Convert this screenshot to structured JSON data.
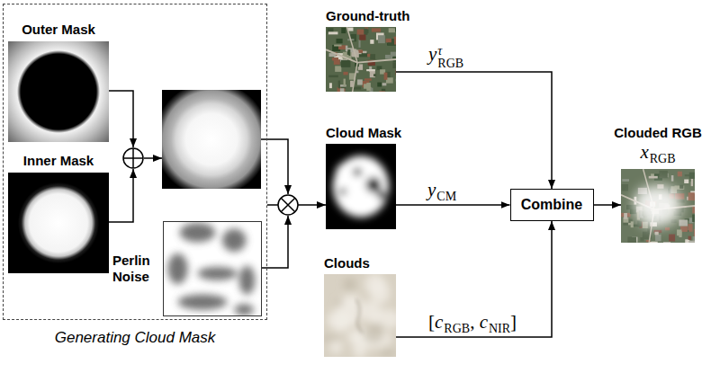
{
  "diagram": {
    "nodes": [
      {
        "text": [
          "Generating Cloud Mask"
        ]
      },
      {
        "text": [
          "Outer Mask"
        ],
        "in": 0
      },
      {
        "text": [
          "Inner Mask"
        ],
        "in": 0
      },
      {
        "text": [
          "Perlin Noise"
        ],
        "in": 0
      },
      {
        "text": [
          "Ground-truth"
        ]
      },
      {
        "text": [
          "Cloud Mask"
        ]
      },
      {
        "text": [
          "Clouds"
        ]
      },
      {
        "text": [
          "Combine"
        ]
      },
      {
        "text": [
          "Clouded RGB",
          "xRGB"
        ]
      }
    ],
    "edges": [
      {
        "from": 0,
        "to": 5,
        "arrow": "to"
      },
      {
        "from": 4,
        "to": 7,
        "label": "yτRGB",
        "arrow": "to"
      },
      {
        "from": 5,
        "to": 7,
        "label": "yCM",
        "arrow": "to"
      },
      {
        "from": 6,
        "to": 7,
        "label": "[cRGB, cNIR]",
        "arrow": "to"
      },
      {
        "from": 7,
        "to": 8,
        "arrow": "to"
      }
    ]
  }
}
